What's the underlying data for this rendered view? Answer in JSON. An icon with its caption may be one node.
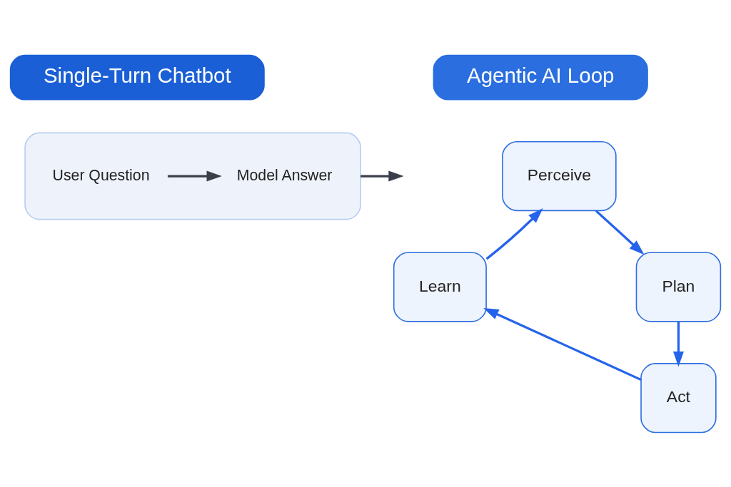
{
  "diagram": {
    "nodes": [
      {
        "text": [
          "Single-Turn Chatbot"
        ]
      },
      {
        "text": [
          "Agentic AI Loop"
        ]
      },
      {
        "text": [],
        "shape": "box"
      },
      {
        "text": [
          "User Question"
        ],
        "in": 2
      },
      {
        "text": [
          "Model Answer"
        ],
        "in": 2
      },
      {
        "text": [
          "Perceive"
        ]
      },
      {
        "text": [
          "Plan"
        ]
      },
      {
        "text": [
          "Act"
        ]
      },
      {
        "text": [
          "Learn"
        ]
      }
    ],
    "edges": [
      {
        "from": 3,
        "to": 4,
        "arrow": "to",
        "color": "#3a3f4b"
      },
      {
        "from": 2,
        "to": null,
        "arrow": "to",
        "color": "#3a3f4b"
      },
      {
        "from": 8,
        "to": 5,
        "arrow": "to"
      },
      {
        "from": 5,
        "to": 6,
        "arrow": "to"
      },
      {
        "from": 6,
        "to": 7,
        "arrow": "to"
      },
      {
        "from": 7,
        "to": 8,
        "arrow": "to"
      }
    ]
  }
}
